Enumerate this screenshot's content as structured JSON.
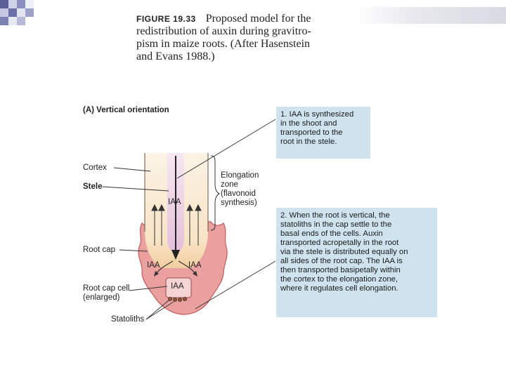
{
  "figure": {
    "number_label": "FIGURE 19.33",
    "caption_line1": "Proposed model for the",
    "caption_line2": "redistribution of auxin during gravitro-",
    "caption_line3": "pism in maize roots. (After Hasenstein",
    "caption_line4": "and Evans 1988.)"
  },
  "panel": {
    "heading": "(A) Vertical orientation"
  },
  "labels": {
    "cortex": "Cortex",
    "stele": "Stele",
    "root_cap": "Root cap",
    "root_cap_cell_1": "Root cap cell",
    "root_cap_cell_2": "(enlarged)",
    "statoliths": "Statoliths",
    "elongation_1": "Elongation",
    "elongation_2": "zone",
    "elongation_3": "(flavonoid",
    "elongation_4": "synthesis)",
    "iaa_stele": "IAA",
    "iaa_left": "IAA",
    "iaa_right": "IAA",
    "iaa_cell": "IAA"
  },
  "notes": {
    "note1": [
      "1. IAA is synthesized",
      "in the shoot and",
      "transported  to the",
      "root in the stele."
    ],
    "note2": [
      "2. When the root is vertical, the",
      "statoliths in the cap settle to the",
      "basal ends of the cells. Auxin",
      "transported acropetally in the root",
      "via the stele is distributed equally on",
      "all sides of the root cap. The IAA is",
      "then transported basipetally within",
      "the cortex to the elongation zone,",
      "where it regulates cell elongation."
    ]
  },
  "colors": {
    "note_box": "#cfe3ef",
    "root_cap_fill": "#eba0a0",
    "cortex_fill": "#f7e7cc",
    "stele_fill": "#e9c9e0",
    "cell_fill": "#f7d4d4"
  }
}
